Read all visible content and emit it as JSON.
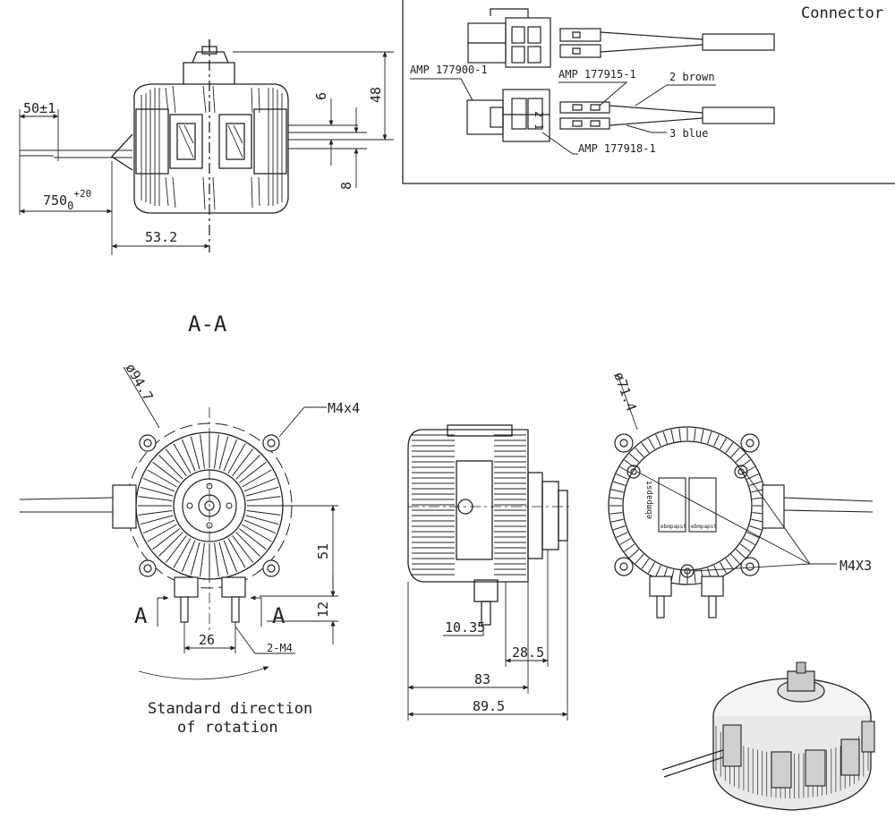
{
  "connector_panel": {
    "title": "Connector",
    "amp_177900": "AMP 177900-1",
    "amp_177915": "AMP 177915-1",
    "amp_177918": "AMP 177918-1",
    "wire_brown": "2 brown",
    "wire_blue": "3 blue",
    "pin_2": "2",
    "pin_1": "1"
  },
  "side_view": {
    "dim_50": "50±1",
    "dim_750_main": "750",
    "dim_750_sub": "0",
    "dim_750_sup": "+20",
    "dim_53_2": "53.2",
    "dim_6": "6",
    "dim_48": "48",
    "dim_8": "8"
  },
  "section_label": "A-A",
  "front_view": {
    "dia_94_7": "ø94.7",
    "m4x4": "M4x4",
    "dim_51": "51",
    "dim_12": "12",
    "dim_26": "26",
    "two_m4": "2-M4",
    "section_a_left": "A",
    "section_a_right": "A",
    "rotation_line1": "Standard direction",
    "rotation_line2": "of rotation"
  },
  "profile_view": {
    "dim_10_35": "10.35",
    "dim_28_5": "28.5",
    "dim_83": "83",
    "dim_89_5": "89.5"
  },
  "rear_view": {
    "dia_71_4": "ø71.4",
    "m4x3": "M4X3",
    "brand_vertical": "ebmpapst",
    "brand_small_1": "ebmpapst",
    "brand_small_2": "ebmpapst"
  }
}
